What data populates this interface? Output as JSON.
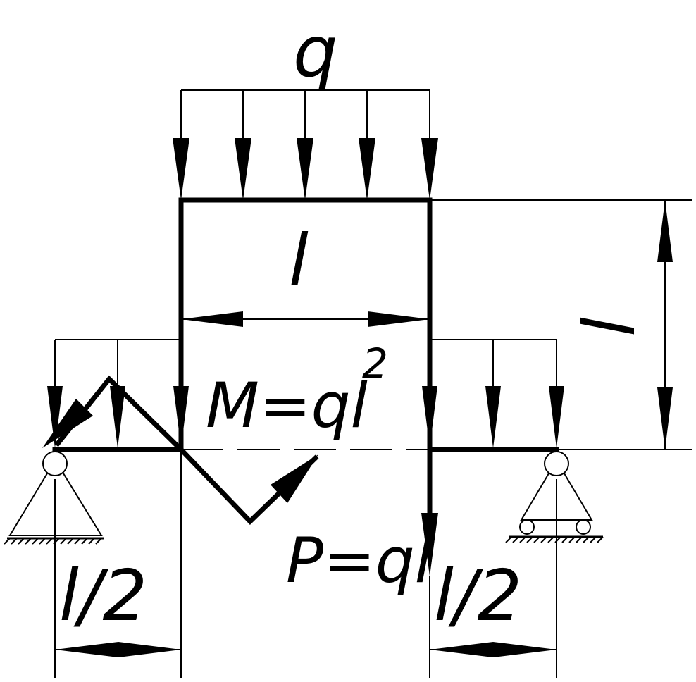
{
  "labels": {
    "load": "q",
    "span": "l",
    "height": "l",
    "moment_lhs": "M=ql",
    "moment_exp": "2",
    "force": "P=ql",
    "left_overhang": "l/2",
    "right_overhang": "l/2"
  },
  "colors": {
    "ink": "#000000",
    "paper": "#ffffff"
  },
  "icons": {
    "pin_support": "pin-support-icon",
    "roller_support": "roller-support-icon",
    "distributed_load": "distributed-load-arrows",
    "moment": "moment-arrow-icon",
    "point_force": "point-force-arrow-icon"
  }
}
